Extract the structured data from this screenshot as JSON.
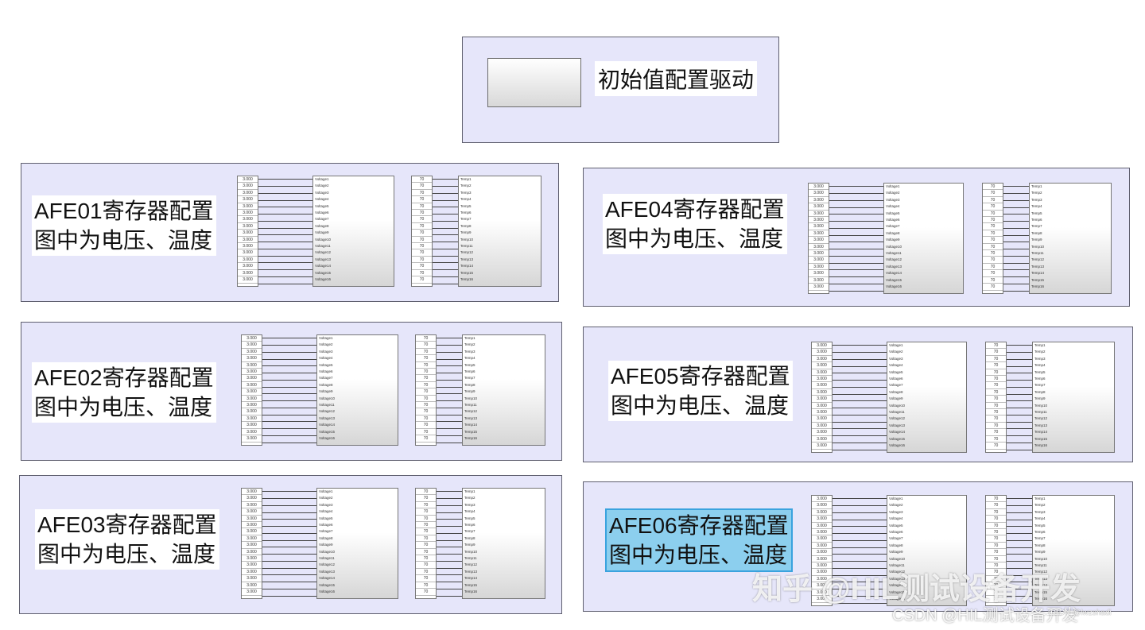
{
  "init_panel": {
    "title": "初始值配置驱动"
  },
  "afe_panels": [
    {
      "id": "afe01",
      "line1": "AFE01寄存器配置",
      "line2": "图中为电压、温度",
      "selected": false
    },
    {
      "id": "afe02",
      "line1": "AFE02寄存器配置",
      "line2": "图中为电压、温度",
      "selected": false
    },
    {
      "id": "afe03",
      "line1": "AFE03寄存器配置",
      "line2": "图中为电压、温度",
      "selected": false
    },
    {
      "id": "afe04",
      "line1": "AFE04寄存器配置",
      "line2": "图中为电压、温度",
      "selected": false
    },
    {
      "id": "afe05",
      "line1": "AFE05寄存器配置",
      "line2": "图中为电压、温度",
      "selected": false
    },
    {
      "id": "afe06",
      "line1": "AFE06寄存器配置",
      "line2": "图中为电压、温度",
      "selected": true
    }
  ],
  "voltage_values": [
    "3.000",
    "3.000",
    "3.000",
    "3.000",
    "3.000",
    "3.000",
    "3.000",
    "3.000",
    "3.000",
    "3.000",
    "3.000",
    "3.000",
    "3.000",
    "3.000",
    "3.000",
    "3.000"
  ],
  "voltage_names": [
    "Voltage1",
    "Voltage2",
    "Voltage3",
    "Voltage4",
    "Voltage5",
    "Voltage6",
    "Voltage7",
    "Voltage8",
    "Voltage9",
    "Voltage10",
    "Voltage11",
    "Voltage12",
    "Voltage13",
    "Voltage14",
    "Voltage15",
    "Voltage16"
  ],
  "temp_values": [
    "70",
    "70",
    "70",
    "70",
    "70",
    "70",
    "70",
    "70",
    "70",
    "70",
    "70",
    "70",
    "70",
    "70",
    "70",
    "70"
  ],
  "temp_names": [
    "Temp1",
    "Temp2",
    "Temp3",
    "Temp4",
    "Temp5",
    "Temp6",
    "Temp7",
    "Temp8",
    "Temp9",
    "Temp10",
    "Temp11",
    "Temp12",
    "Temp13",
    "Temp14",
    "Temp15",
    "Temp16"
  ],
  "watermark": {
    "zhihu": "知乎 @HIL测试设备开发",
    "csdn": "CSDN @HIL测试设备开发",
    "small": "CSDN @lwzshadi"
  },
  "colors": {
    "panel_bg": "#e6e6fa",
    "selected_highlight": "#8ccfee"
  }
}
